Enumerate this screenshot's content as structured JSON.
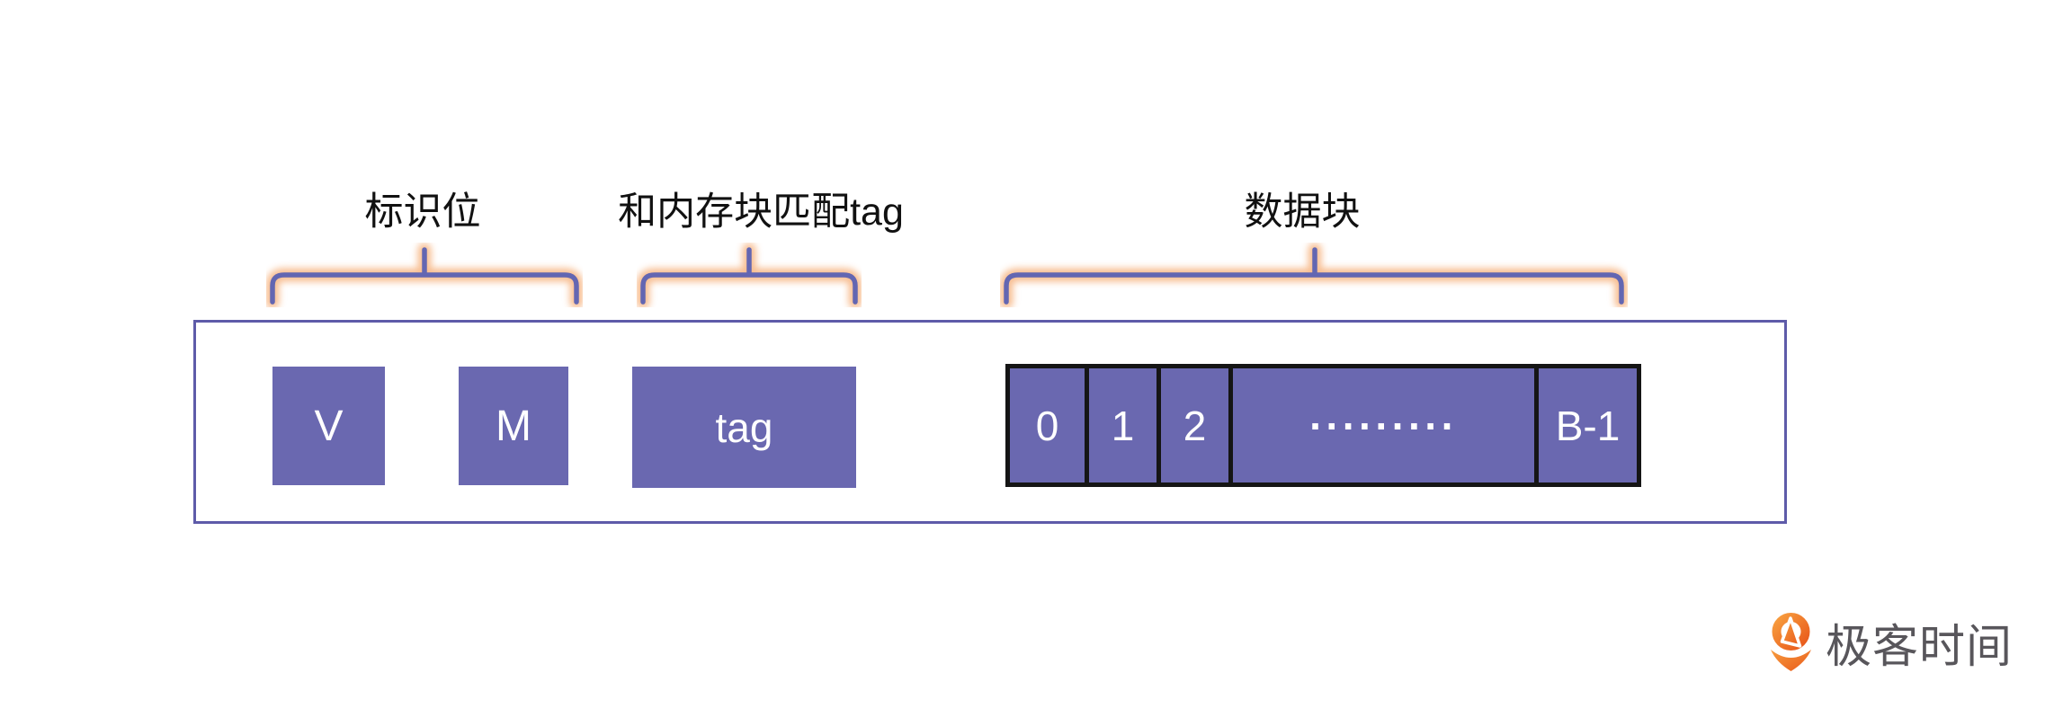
{
  "diagram": {
    "group_labels": [
      {
        "text": "标识位"
      },
      {
        "text": "和内存块匹配tag"
      },
      {
        "text": "数据块"
      }
    ],
    "cache_line": {
      "valid_bit": "V",
      "modified_bit": "M",
      "tag": "tag",
      "data_cells": [
        "0",
        "1",
        "2",
        "·········",
        "B-1"
      ]
    }
  },
  "footer": {
    "brand": "极客时间"
  },
  "colors": {
    "purple": "#6A68B0",
    "rect_border": "#5E5BA9",
    "cell_border": "#151515",
    "brace_core": "#6366B2",
    "brace_glow": "#F7BA8B",
    "logo_orange": "#EE7A24",
    "logo_text": "#58565B"
  }
}
